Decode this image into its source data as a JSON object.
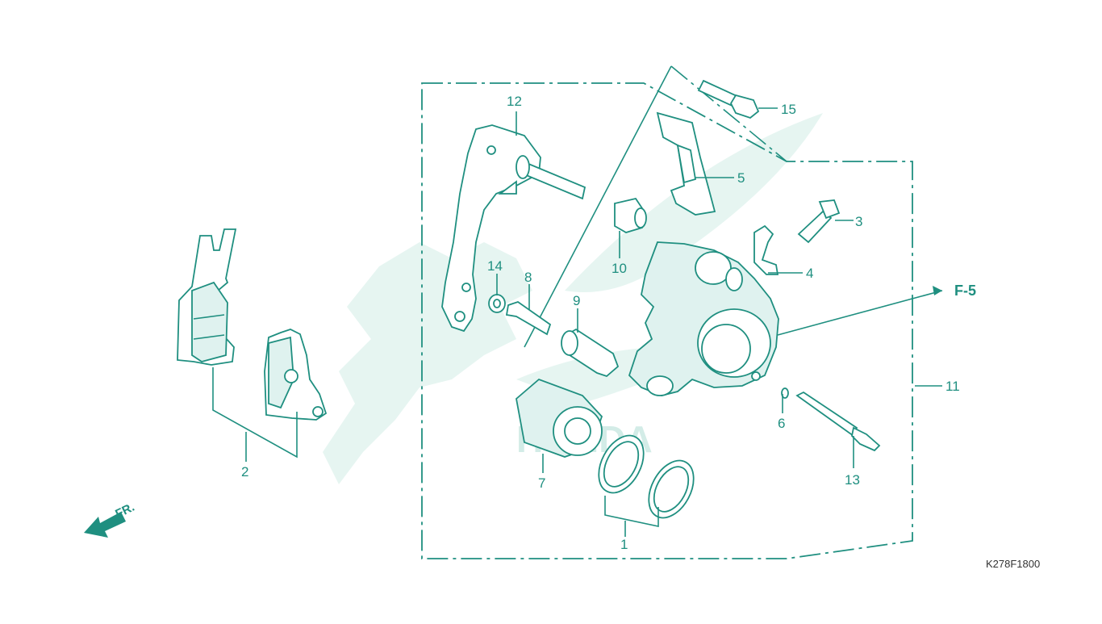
{
  "diagram": {
    "colors": {
      "line": "#1f8f80",
      "watermark": "#e6f5f1",
      "background": "#ffffff"
    },
    "callouts": {
      "c1": "1",
      "c2": "2",
      "c3": "3",
      "c4": "4",
      "c5": "5",
      "c6": "6",
      "c7": "7",
      "c8": "8",
      "c9": "9",
      "c10": "10",
      "c11": "11",
      "c12": "12",
      "c13": "13",
      "c14": "14",
      "c15": "15"
    },
    "section_ref": "F-5",
    "direction_label": "FR.",
    "figure_code": "K278F1800",
    "watermark_text": "HONDA"
  }
}
